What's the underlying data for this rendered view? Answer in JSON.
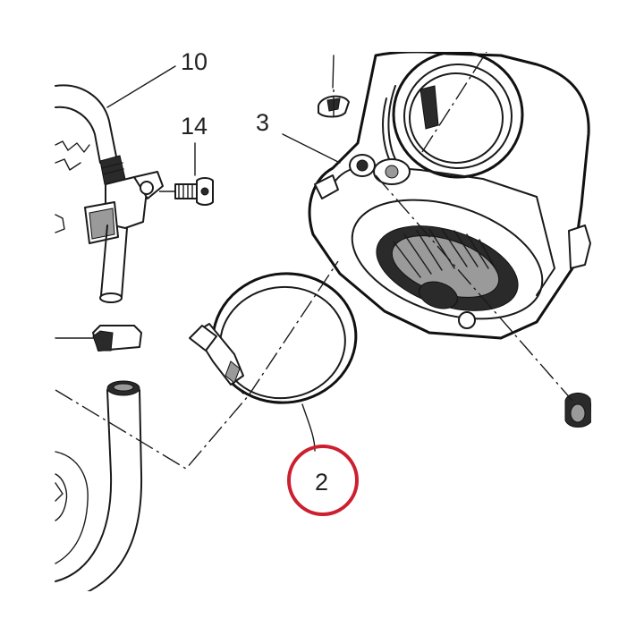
{
  "diagram": {
    "highlight_color": "#cc1f2f",
    "line_color": "#1a1a1a",
    "background": "#ffffff",
    "callouts": [
      {
        "id": "10",
        "label": "10"
      },
      {
        "id": "14",
        "label": "14"
      },
      {
        "id": "3",
        "label": "3"
      },
      {
        "id": "2",
        "label": "2",
        "highlighted": true
      }
    ]
  }
}
